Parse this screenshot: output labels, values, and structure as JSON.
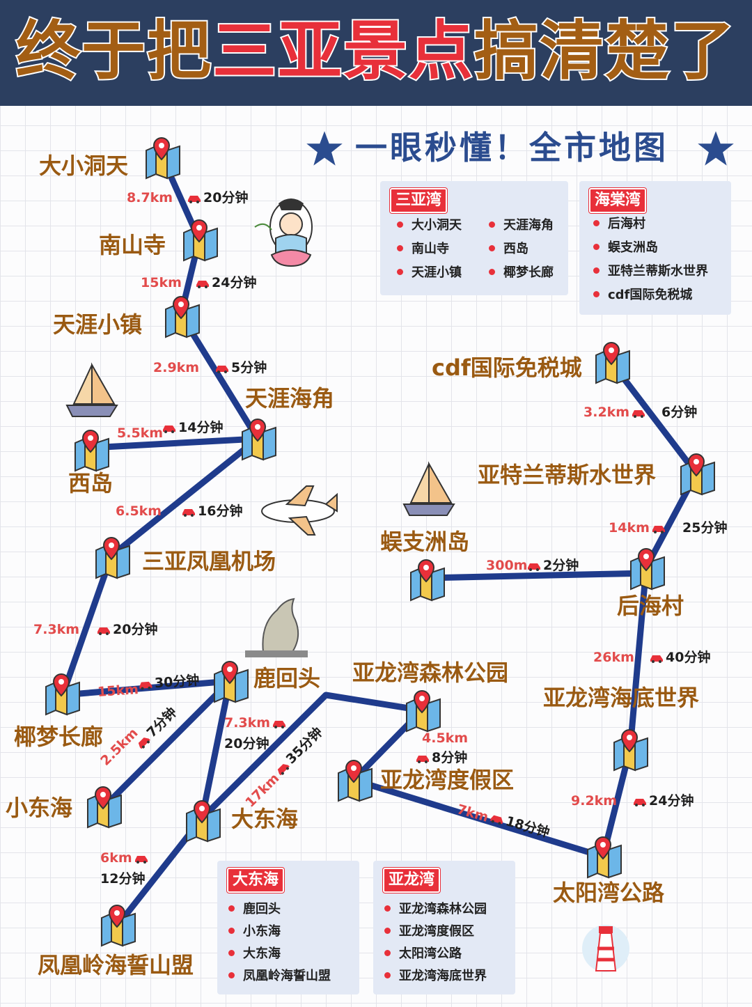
{
  "header": {
    "title_a": "终于把",
    "title_hl": "三亚景点",
    "title_b": "搞清楚了",
    "subtitle": "一眼秒懂！全市地图"
  },
  "colors": {
    "header_bg": "#2c3f60",
    "title": "#a35e14",
    "highlight": "#e8303a",
    "route": "#1f3b8c",
    "label": "#9a5a12",
    "distance": "#e24b4b"
  },
  "places": {
    "daxiaodongtian": "大小洞天",
    "nanshansi": "南山寺",
    "tianyaxiaozhen": "天涯小镇",
    "tianyahaijiao": "天涯海角",
    "xidao": "西岛",
    "airport": "三亚凤凰机场",
    "yemengchanglang": "椰梦长廊",
    "luhuitou": "鹿回头",
    "xiaodonghai": "小东海",
    "dadonghai": "大东海",
    "fenghuangling": "凤凰岭海誓山盟",
    "yalongforest": "亚龙湾森林公园",
    "yalongresort": "亚龙湾度假区",
    "taiyangwan": "太阳湾公路",
    "yalongseaworld": "亚龙湾海底世界",
    "houhaicun": "后海村",
    "wuzhizhou": "蜈支洲岛",
    "atlantis": "亚特兰蒂斯水世界",
    "cdf": "cdf国际免税城"
  },
  "routes": {
    "r1": {
      "dist": "8.7km",
      "time": "20分钟"
    },
    "r2": {
      "dist": "15km",
      "time": "24分钟"
    },
    "r3": {
      "dist": "2.9km",
      "time": "5分钟"
    },
    "r4": {
      "dist": "5.5km",
      "time": "14分钟"
    },
    "r5": {
      "dist": "6.5km",
      "time": "16分钟"
    },
    "r6": {
      "dist": "7.3km",
      "time": "20分钟"
    },
    "r7": {
      "dist": "15km",
      "time": "30分钟"
    },
    "r8": {
      "dist": "2.5km",
      "time": "7分钟"
    },
    "r9": {
      "dist": "7.3km",
      "time": "20分钟"
    },
    "r10": {
      "dist": "17km",
      "time": "35分钟"
    },
    "r11": {
      "dist": "6km",
      "time": "12分钟"
    },
    "r12": {
      "dist": "4.5km",
      "time": "8分钟"
    },
    "r13": {
      "dist": "7km",
      "time": "18分钟"
    },
    "r14": {
      "dist": "9.2km",
      "time": "24分钟"
    },
    "r15": {
      "dist": "26km",
      "time": "40分钟"
    },
    "r16": {
      "dist": "300m",
      "time": "2分钟"
    },
    "r17": {
      "dist": "14km",
      "time": "25分钟"
    },
    "r18": {
      "dist": "3.2km",
      "time": "6分钟"
    }
  },
  "legends": {
    "sanyawan": {
      "title": "三亚湾",
      "items": [
        "大小洞天",
        "南山寺",
        "天涯小镇",
        "天涯海角",
        "西岛",
        "椰梦长廊"
      ]
    },
    "haitangwan": {
      "title": "海棠湾",
      "items": [
        "后海村",
        "蜈支洲岛",
        "亚特兰蒂斯水世界",
        "cdf国际免税城"
      ]
    },
    "dadonghai": {
      "title": "大东海",
      "items": [
        "鹿回头",
        "小东海",
        "大东海",
        "凤凰岭海誓山盟"
      ]
    },
    "yalongwan": {
      "title": "亚龙湾",
      "items": [
        "亚龙湾森林公园",
        "亚龙湾度假区",
        "太阳湾公路",
        "亚龙湾海底世界"
      ]
    }
  },
  "icons": {
    "pin": "map-pin-icon",
    "car": "car-icon",
    "star": "star-icon",
    "ship": "sailboat-icon",
    "plane": "airplane-icon",
    "statue": "guanyin-icon",
    "sculpture": "luhuitou-statue-icon",
    "lighthouse": "lighthouse-icon"
  }
}
